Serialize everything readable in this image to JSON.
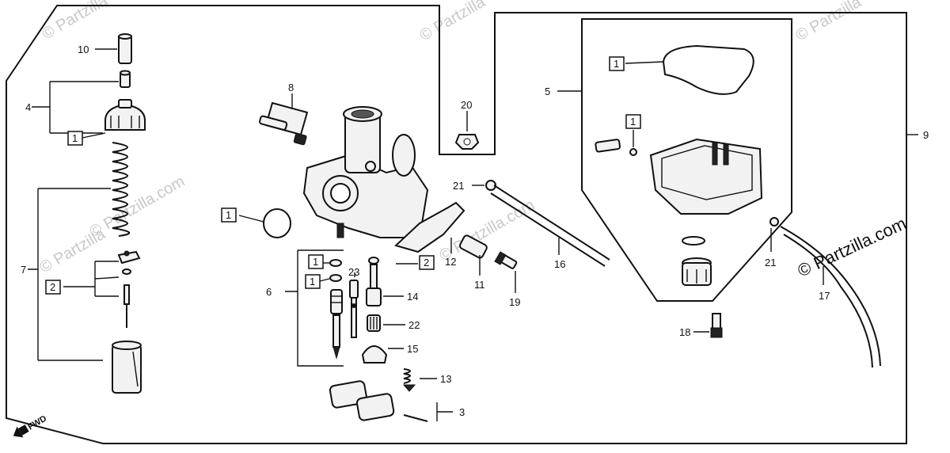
{
  "watermarks": {
    "small": "© Partzilla",
    "com": "© Partzilla.com",
    "main": "© Partzilla.com"
  },
  "fwd_label": "FWD",
  "callouts": {
    "c3": "3",
    "c4": "4",
    "c5": "5",
    "c6": "6",
    "c7": "7",
    "c8": "8",
    "c9": "9",
    "c10": "10",
    "c11": "11",
    "c12": "12",
    "c13": "13",
    "c14": "14",
    "c15": "15",
    "c16": "16",
    "c17": "17",
    "c18": "18",
    "c19": "19",
    "c20": "20",
    "c21a": "21",
    "c21b": "21",
    "c22": "22",
    "c23": "23"
  },
  "boxed": {
    "b1_float_gasket": "1",
    "b1_float_screw": "1",
    "b1_insulator": "1",
    "b1_needle_cap": "1",
    "b1_jet_a": "1",
    "b1_jet_b": "1",
    "b2_needle": "2",
    "b2_tube": "2"
  }
}
